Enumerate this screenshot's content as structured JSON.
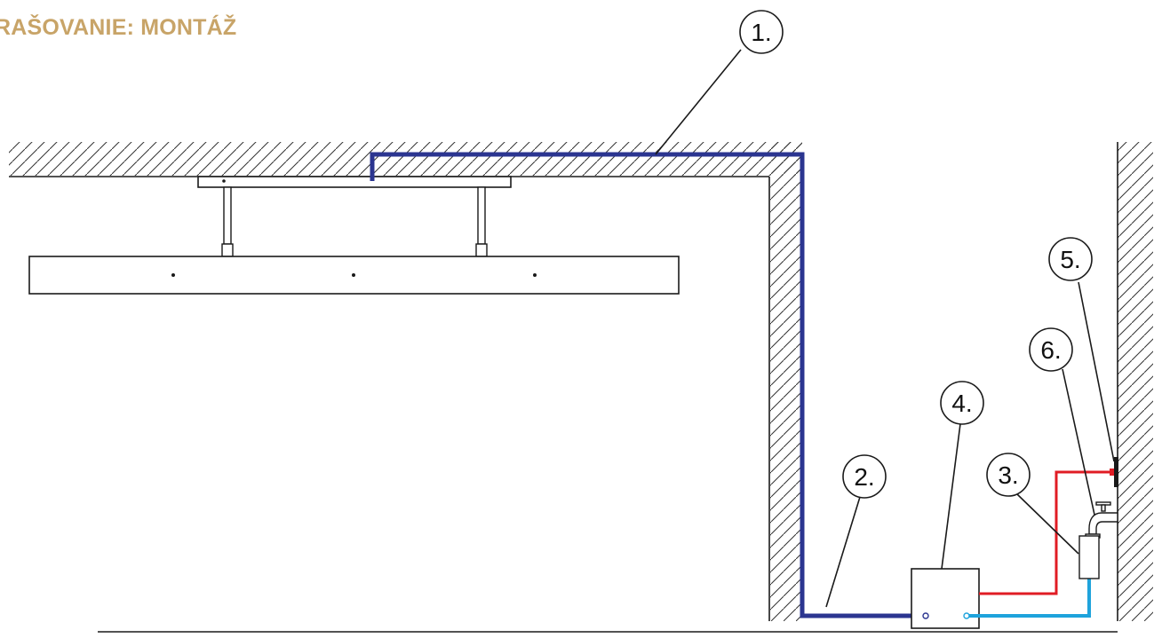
{
  "title": "RAŠOVANIE: MONTÁŽ",
  "colors": {
    "title": "#c8a468",
    "line": "#1a1a1a",
    "hatch": "#333333",
    "main_pipe": "#2b3590",
    "red_pipe": "#e01c24",
    "blue_pipe": "#1ea3dc"
  },
  "callouts": [
    {
      "label": "1."
    },
    {
      "label": "2."
    },
    {
      "label": "3."
    },
    {
      "label": "4."
    },
    {
      "label": "5."
    },
    {
      "label": "6."
    }
  ]
}
